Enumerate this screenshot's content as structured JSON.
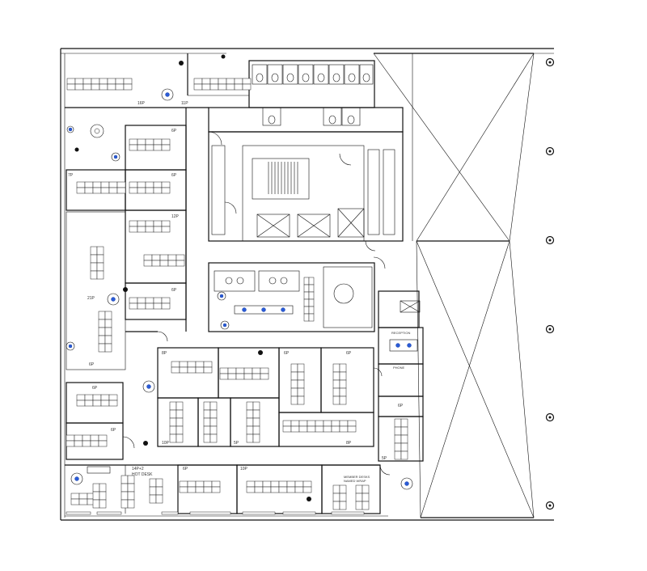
{
  "title": "",
  "room_labels": {
    "r16p": "16P",
    "r11p": "11P",
    "r6p_a": "6P",
    "r7p": "7P",
    "r6p_b": "6P",
    "r12p": "12P",
    "r21p": "21P",
    "r6p_c": "6P",
    "r6p_d": "6P",
    "r6p_e": "6P",
    "r8p_a": "8P",
    "r6p_f": "6P",
    "r6p_g": "6P",
    "r10p_a": "10P",
    "r5p_a": "5P",
    "r8p_b": "8P",
    "r6p_h": "6P",
    "r6p_i": "6P",
    "r5p_b": "5P",
    "r14p2": "14P+2",
    "hot_desk": "HOT DESK",
    "r6p_j": "6P",
    "r10p_b": "10P",
    "member_desks": "MEMBER DESKS",
    "member_sub": "NAMED WRAP",
    "phone": "PHONE",
    "reception": "RECEPTION"
  },
  "icons": {
    "wall_marker": "circled-column-icon",
    "toilet": "toilet-icon",
    "stair": "stair-icon",
    "lift": "lift-icon",
    "plant": "plant-icon"
  },
  "colors": {
    "line": "#111111",
    "accent": "#2a5bd7"
  }
}
